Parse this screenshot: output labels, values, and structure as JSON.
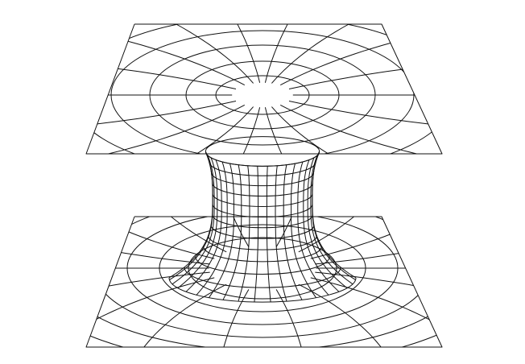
{
  "figure": {
    "subject": "wormhole-embedding-diagram",
    "background": "#ffffff",
    "stroke": "#111111",
    "mesh": {
      "circles_per_sheet": 6,
      "radial_lines_per_sheet": 18,
      "throat_rings": 12,
      "throat_columns": 18
    }
  }
}
